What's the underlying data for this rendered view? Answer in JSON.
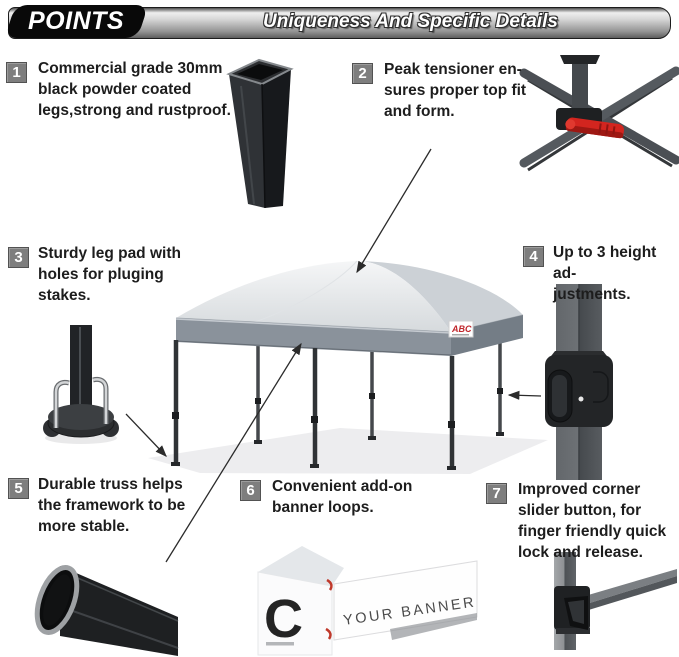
{
  "header": {
    "points_label": "POINTS",
    "title": "Uniqueness And Specific Details"
  },
  "features": [
    {
      "num": "1",
      "text": "Commercial grade 30mm\nblack powder coated\nlegs,strong and rustproof."
    },
    {
      "num": "2",
      "text": "Peak tensioner en-\nsures proper top fit\nand form."
    },
    {
      "num": "3",
      "text": "Sturdy leg pad with\nholes for pluging\nstakes."
    },
    {
      "num": "4",
      "text": "Up to 3 height ad-\njustments."
    },
    {
      "num": "5",
      "text": "Durable truss helps\nthe framework to be\nmore stable."
    },
    {
      "num": "6",
      "text": "Convenient add-on\nbanner loops."
    },
    {
      "num": "7",
      "text": "Improved corner\nslider button, for\nfinger friendly quick\nlock and release."
    }
  ],
  "tent": {
    "logo": "ABC"
  },
  "banner": {
    "text": "YOUR BANNER",
    "canopy_logo_partial": "C"
  },
  "colors": {
    "accent_red": "#d3251f",
    "badge_bg": "#7e7e7e",
    "valance_gray": "#8a929b",
    "canopy_light": "#eef0f2",
    "text": "#1d1d1d"
  }
}
